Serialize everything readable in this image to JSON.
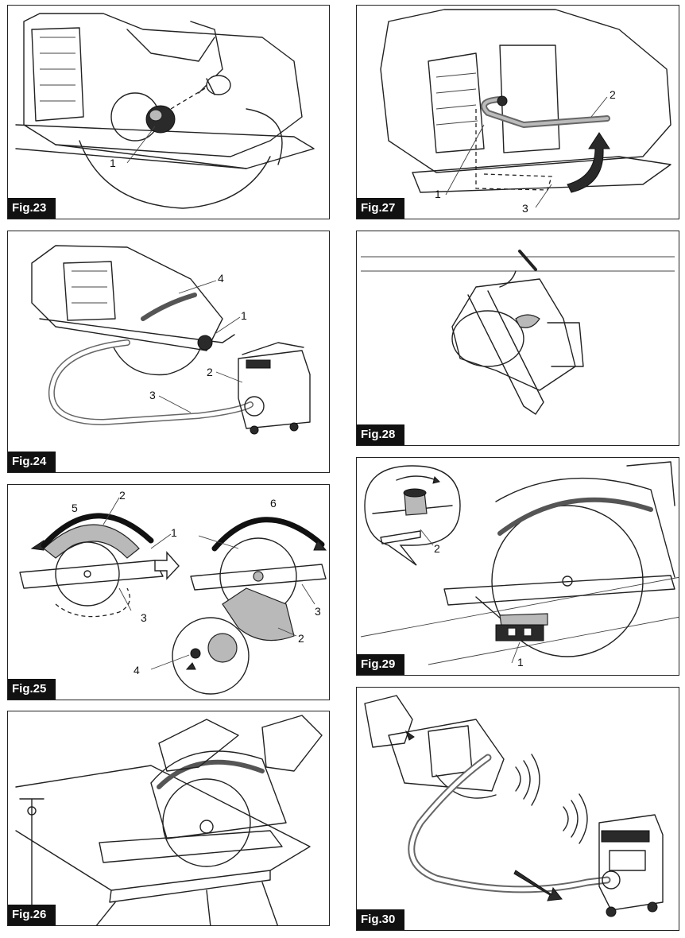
{
  "figures": [
    {
      "id": "fig23",
      "label": "Fig.23",
      "callouts": [
        "1"
      ]
    },
    {
      "id": "fig24",
      "label": "Fig.24",
      "callouts": [
        "4",
        "1",
        "2",
        "3"
      ]
    },
    {
      "id": "fig25",
      "label": "Fig.25",
      "callouts": [
        "5",
        "2",
        "1",
        "6",
        "3",
        "3",
        "2",
        "4"
      ]
    },
    {
      "id": "fig26",
      "label": "Fig.26",
      "callouts": []
    },
    {
      "id": "fig27",
      "label": "Fig.27",
      "callouts": [
        "2",
        "1",
        "3"
      ]
    },
    {
      "id": "fig28",
      "label": "Fig.28",
      "callouts": []
    },
    {
      "id": "fig29",
      "label": "Fig.29",
      "callouts": [
        "2",
        "1"
      ]
    },
    {
      "id": "fig30",
      "label": "Fig.30",
      "callouts": []
    }
  ],
  "colors": {
    "ink": "#222222",
    "label_bg": "#111111",
    "label_text": "#ffffff",
    "shade": "#b9b9b9"
  }
}
